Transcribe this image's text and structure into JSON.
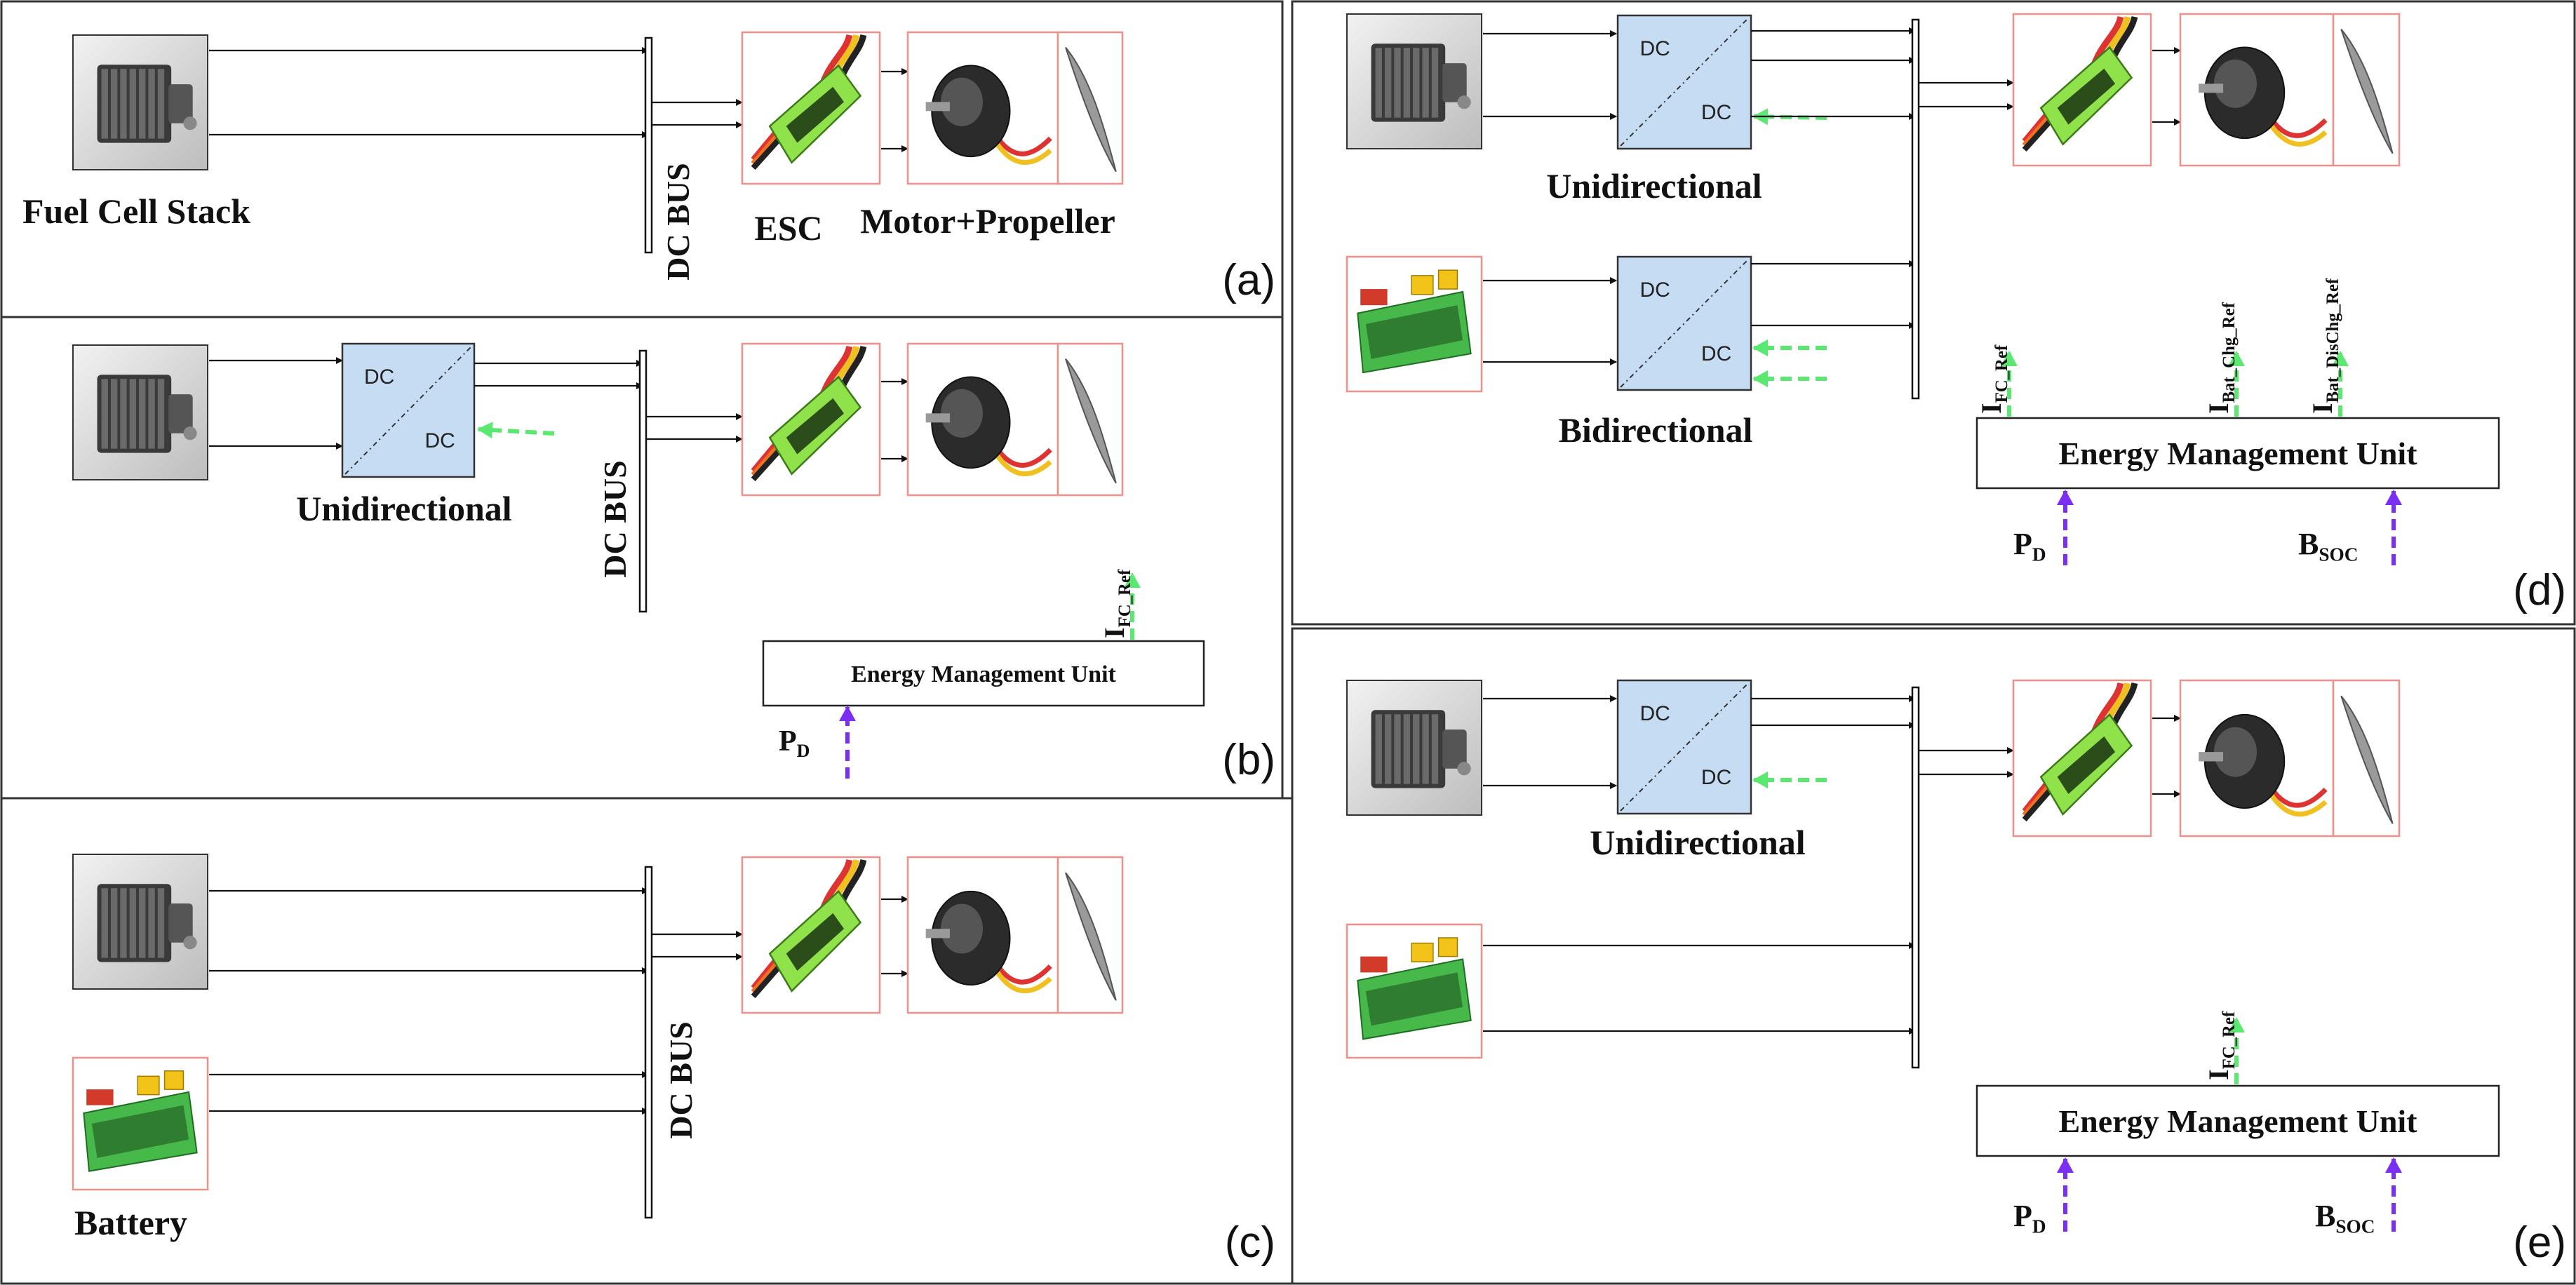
{
  "panels": [
    {
      "id": "a",
      "letter": "(a)",
      "fuel_cell_label": "Fuel Cell Stack",
      "bus_label": "DC BUS",
      "esc_label": "ESC",
      "motor_label": "Motor+Propeller"
    },
    {
      "id": "b",
      "letter": "(b)",
      "converter_label": "Unidirectional",
      "bus_label": "DC BUS",
      "emu_label": "Energy Management Unit",
      "pd": {
        "main": "P",
        "sub": "D"
      },
      "ifc": {
        "main": "I",
        "sub": "FC_Ref"
      }
    },
    {
      "id": "c",
      "letter": "(c)",
      "battery_label": "Battery",
      "bus_label": "DC BUS"
    },
    {
      "id": "d",
      "letter": "(d)",
      "converter1_label": "Unidirectional",
      "converter2_label": "Bidirectional",
      "emu_label": "Energy Management Unit",
      "pd": {
        "main": "P",
        "sub": "D"
      },
      "bsoc": {
        "main": "B",
        "sub": "SOC"
      },
      "ifc": {
        "main": "I",
        "sub": "FC_Ref"
      },
      "ichg": {
        "main": "I",
        "sub": "Bat_Chg_Ref"
      },
      "idis": {
        "main": "I",
        "sub": "Bat_DisChg_Ref"
      }
    },
    {
      "id": "e",
      "letter": "(e)",
      "converter_label": "Unidirectional",
      "emu_label": "Energy Management Unit",
      "pd": {
        "main": "P",
        "sub": "D"
      },
      "bsoc": {
        "main": "B",
        "sub": "SOC"
      },
      "ifc": {
        "main": "I",
        "sub": "FC_Ref"
      }
    }
  ],
  "converter_text": {
    "top": "DC",
    "bottom": "DC"
  },
  "colors": {
    "green": "#5be870",
    "purple": "#7b2ff2",
    "converter_fill": "#c5dcf2",
    "component_border": "#f0908a",
    "esc_green": "#8fe24a",
    "battery_green": "#47b84a"
  }
}
